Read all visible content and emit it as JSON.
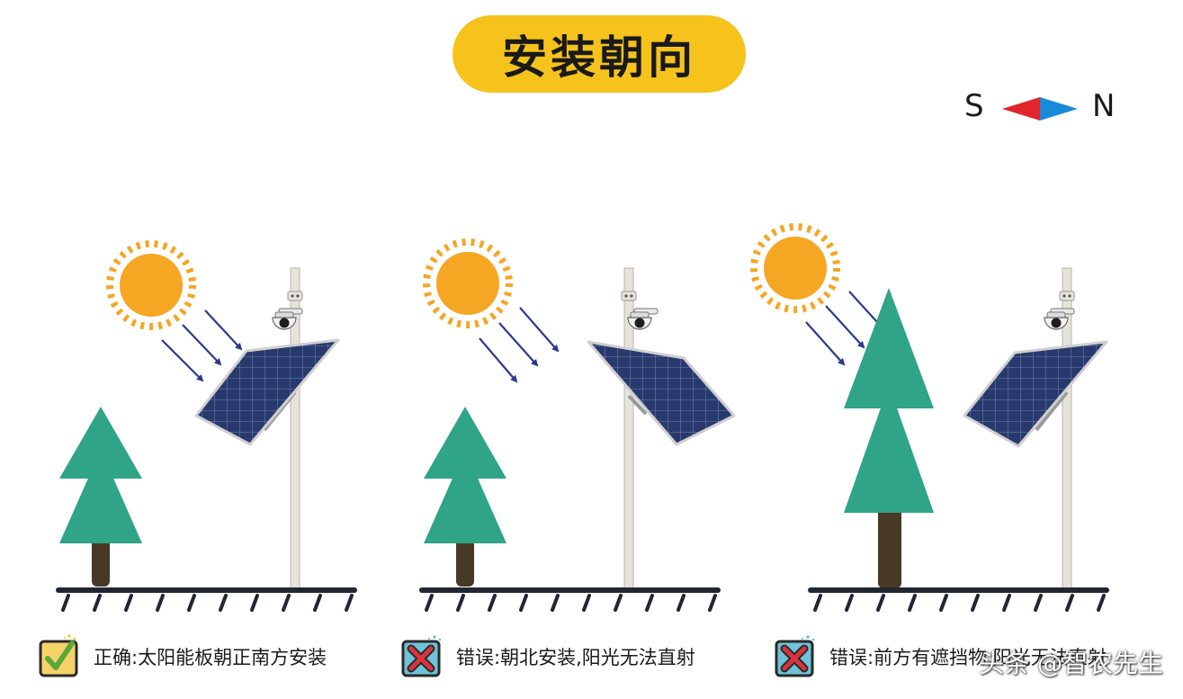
{
  "title": "安装朝向",
  "compass": {
    "south": "S",
    "north": "N",
    "south_color": "#e0252b",
    "north_color": "#1a8ad8"
  },
  "colors": {
    "title_bg": "#f5c31c",
    "tree": "#2fa486",
    "trunk": "#473926",
    "sun": "#f5a623",
    "ray": "#2b3a8c",
    "ground": "#222633",
    "panel": "#27396d"
  },
  "captions": [
    {
      "status": "correct",
      "icon": "check-icon",
      "text": "正确:太阳能板朝正南方安装"
    },
    {
      "status": "wrong",
      "icon": "cross-icon",
      "text": "错误:朝北安装,阳光无法直射"
    },
    {
      "status": "wrong",
      "icon": "cross-icon",
      "text": "错误:前方有遮挡物,阳光无法直射"
    }
  ],
  "watermark": "头条 @智农先生"
}
